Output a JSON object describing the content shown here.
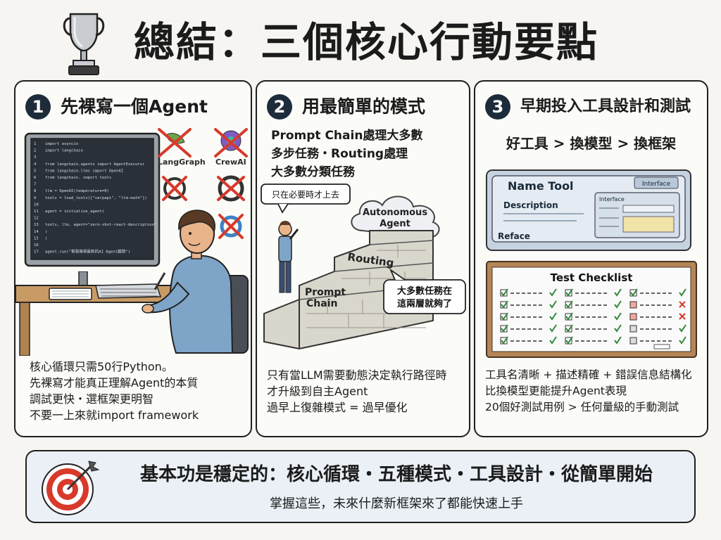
{
  "title": "總結：三個核心行動要點",
  "panels": [
    {
      "number": "1",
      "title": "先裸寫一個Agent",
      "code_lines": [
        "import asyncio",
        "import langchain",
        "",
        "from langchain.agents import AgentExecutor",
        "from langchain.llms import OpenAI",
        "from langchain. import tools",
        "",
        "llm = OpenAI(temperature=0)",
        "tools = load_tools([\"serpapi\", \"llm-math\"])",
        "",
        "agent = initialize_agent(",
        "",
        "  tools, llm, agent=\"zero-shot-react-description\"",
        "  )",
        "  )",
        "",
        "agent.run(\"幫我搜尋最新的AI Agent趨勢\")"
      ],
      "logos": [
        "LangGraph",
        "CrewAI"
      ],
      "lines": [
        "核心循環只需50行Python。",
        "先裸寫才能真正理解Agent的本質",
        "調試更快・選框架更明智",
        "不要一上來就import framework"
      ]
    },
    {
      "number": "2",
      "title": "用最簡單的模式",
      "desc": [
        "Prompt Chain處理大多數",
        "多步任務・Routing處理",
        "大多數分類任務"
      ],
      "cloud_label": [
        "Autonomous",
        "Agent"
      ],
      "step_routing": "Routing",
      "step_prompt": [
        "Prompt",
        "Chain"
      ],
      "bubble_left": "只在必要時才上去",
      "bubble_right": [
        "大多數任務在",
        "這兩層就夠了"
      ],
      "lines": [
        "只有當LLM需要動態決定執行路徑時",
        "才升級到自主Agent",
        "過早上復雜模式 = 過早優化"
      ]
    },
    {
      "number": "3",
      "title": "早期投入工具設計和測試",
      "subtitle": "好工具 > 換模型 > 換框架",
      "card": {
        "name": "Name Tool",
        "description": "Description",
        "reface": "Reface",
        "interface_tab": "Interface",
        "interface_inner": "Interface"
      },
      "checklist_title": "Test Checklist",
      "lines": [
        "工具名清晰 + 描述精確 + 錯誤信息結構化",
        "比換模型更能提升Agent表現",
        "20個好測試用例 > 任何量級的手動測試"
      ]
    }
  ],
  "banner": {
    "main": "基本功是穩定的：核心循環・五種模式・工具設計・從簡單開始",
    "sub": "掌握這些，未來什麼新框架來了都能快速上手"
  },
  "colors": {
    "badge": "#1d2b3a",
    "check_green": "#2f8a3a",
    "cross_red": "#d23a2a",
    "target_red": "#d8392b"
  }
}
